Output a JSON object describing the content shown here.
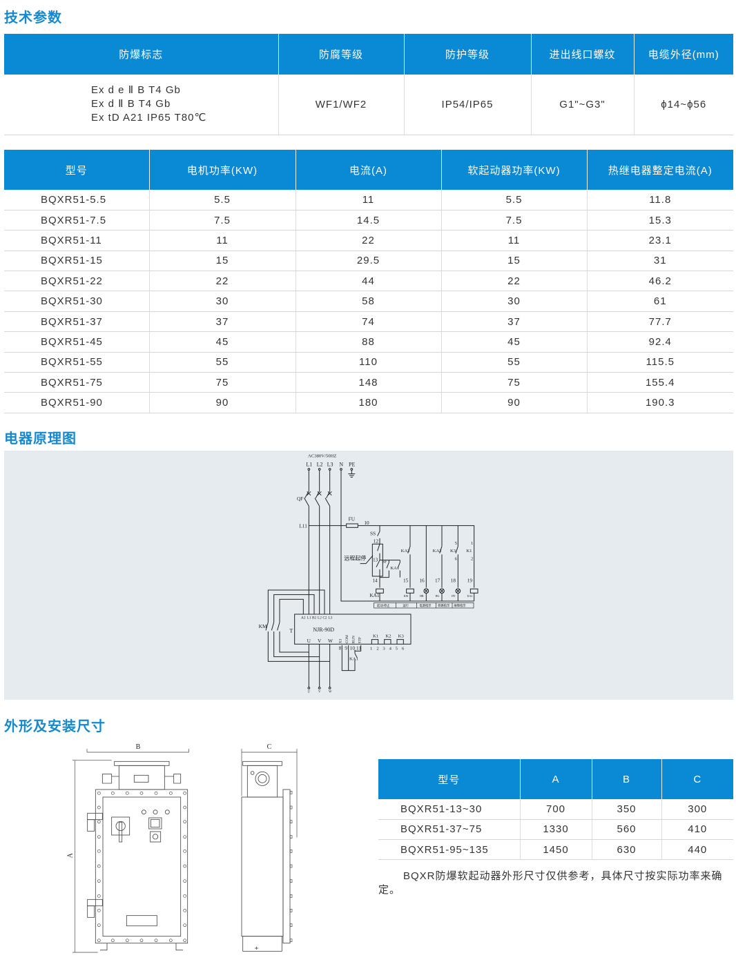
{
  "sections": {
    "tech_params": "技术参数",
    "circuit": "电器原理图",
    "dimensions": "外形及安装尺寸"
  },
  "table1": {
    "headers": [
      "防爆标志",
      "防腐等级",
      "防护等级",
      "进出线口螺纹",
      "电缆外径(mm)"
    ],
    "ex_marks": [
      "Ex d e  Ⅱ B T4 Gb",
      "Ex d  Ⅱ B T4 Gb",
      "Ex tD A21 IP65 T80℃"
    ],
    "corrosion": "WF1/WF2",
    "protection": "IP54/IP65",
    "thread": "G1\"~G3\"",
    "cable": "ϕ14~ϕ56"
  },
  "table2": {
    "headers": [
      "型号",
      "电机功率(KW)",
      "电流(A)",
      "软起动器功率(KW)",
      "热继电器整定电流(A)"
    ],
    "rows": [
      [
        "BQXR51-5.5",
        "5.5",
        "11",
        "5.5",
        "11.8"
      ],
      [
        "BQXR51-7.5",
        "7.5",
        "14.5",
        "7.5",
        "15.3"
      ],
      [
        "BQXR51-11",
        "11",
        "22",
        "11",
        "23.1"
      ],
      [
        "BQXR51-15",
        "15",
        "29.5",
        "15",
        "31"
      ],
      [
        "BQXR51-22",
        "22",
        "44",
        "22",
        "46.2"
      ],
      [
        "BQXR51-30",
        "30",
        "58",
        "30",
        "61"
      ],
      [
        "BQXR51-37",
        "37",
        "74",
        "37",
        "77.7"
      ],
      [
        "BQXR51-45",
        "45",
        "88",
        "45",
        "92.4"
      ],
      [
        "BQXR51-55",
        "55",
        "110",
        "55",
        "115.5"
      ],
      [
        "BQXR51-75",
        "75",
        "148",
        "75",
        "155.4"
      ],
      [
        "BQXR51-90",
        "90",
        "180",
        "90",
        "190.3"
      ]
    ]
  },
  "diagram": {
    "supply": "AC380V/50HZ",
    "phases": [
      "L1",
      "L2",
      "L3",
      "N",
      "PE"
    ],
    "qf": "QF",
    "l11": "L11",
    "fu": "FU",
    "n10": "10",
    "ss": "SS",
    "n12": "12",
    "n13": "13",
    "remote": "远程起停",
    "sf": "SF",
    "ka1_contact": "KA1",
    "n14": "14",
    "ka1": "KA1",
    "ka2a": "KA2",
    "ka2b": "KA2",
    "k3": "K3",
    "k1": "K1",
    "n5": "5",
    "n6": "6",
    "n1": "1",
    "n2": "2",
    "nodes": [
      "15",
      "16",
      "17",
      "18",
      "19"
    ],
    "coils": [
      "KM",
      "HR",
      "HG",
      "HY",
      "KA2"
    ],
    "bar_labels": [
      "起动/停止",
      "运行",
      "电源指示",
      "旁路指示",
      "故障指示"
    ],
    "km": "KM",
    "t": "T",
    "box_top": [
      "A2",
      "L1",
      "B2",
      "L2",
      "C2",
      "L3"
    ],
    "model": "NJR-90D",
    "outputs": [
      "U",
      "V",
      "W"
    ],
    "ctrl": [
      "X3",
      "COM",
      "RUN",
      "STP"
    ],
    "ctrl_nums": [
      "8",
      "9",
      "10",
      "11"
    ],
    "relays": [
      "K1",
      "K2",
      "K3"
    ],
    "relay_nums": [
      "1",
      "2",
      "3",
      "4",
      "5",
      "6"
    ],
    "kam": "KA1",
    "bottom": [
      "U",
      "V",
      "W"
    ]
  },
  "drawing": {
    "label_a": "A",
    "label_b": "B",
    "label_c": "C"
  },
  "table3": {
    "headers": [
      "型号",
      "A",
      "B",
      "C"
    ],
    "rows": [
      [
        "BQXR51-13~30",
        "700",
        "350",
        "300"
      ],
      [
        "BQXR51-37~75",
        "1330",
        "560",
        "410"
      ],
      [
        "BQXR51-95~135",
        "1450",
        "630",
        "440"
      ]
    ]
  },
  "note": "BQXR防爆软起动器外形尺寸仅供参考，具体尺寸按实际功率来确定。"
}
